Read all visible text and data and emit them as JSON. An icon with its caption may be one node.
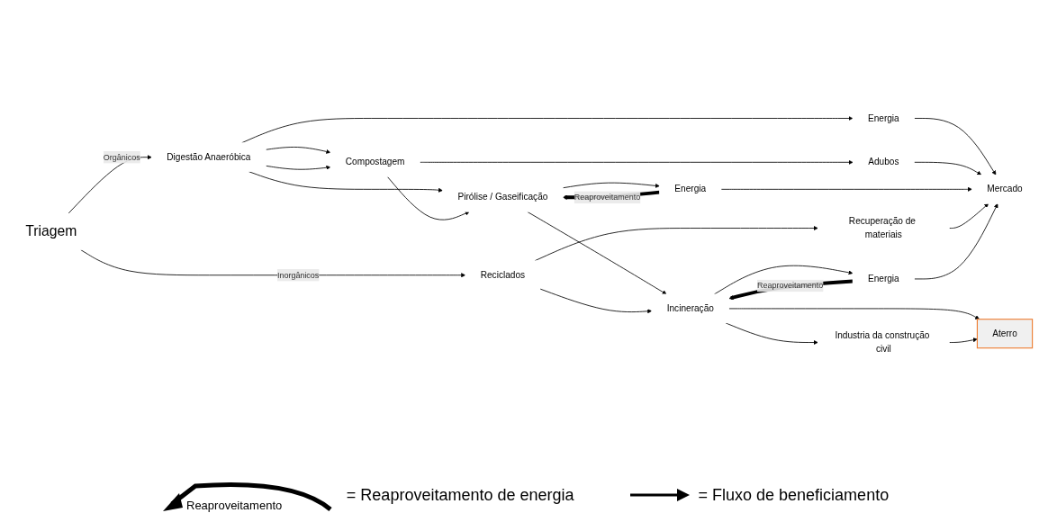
{
  "diagram": {
    "nodes": [
      {
        "text": [
          "Triagem"
        ]
      },
      {
        "text": [
          "Digestão Anaeróbica"
        ]
      },
      {
        "text": [
          "Energia"
        ]
      },
      {
        "text": [
          "Compostagem"
        ]
      },
      {
        "text": [
          "Adubos"
        ]
      },
      {
        "text": [
          "Pirólise / Gaseificação"
        ]
      },
      {
        "text": [
          "Energia"
        ]
      },
      {
        "text": [
          "Mercado"
        ]
      },
      {
        "text": [
          "Reciclados"
        ]
      },
      {
        "text": [
          "Recuperação de materiais"
        ]
      },
      {
        "text": [
          "Incineração"
        ]
      },
      {
        "text": [
          "Energia"
        ]
      },
      {
        "text": [
          "Industria da construção civil"
        ]
      },
      {
        "text": [
          "Aterro"
        ]
      }
    ],
    "edges": [
      {
        "from": 0,
        "to": 1,
        "arrow": "to",
        "label": "Orgânicos"
      },
      {
        "from": 0,
        "to": 8,
        "arrow": "to",
        "label": "Inorgânicos"
      },
      {
        "from": 1,
        "to": 2,
        "arrow": "to"
      },
      {
        "from": 1,
        "to": 3,
        "arrow": "to"
      },
      {
        "from": 1,
        "to": 5,
        "arrow": "to"
      },
      {
        "from": 1,
        "to": 3,
        "arrow": "to"
      },
      {
        "from": 2,
        "to": 7,
        "arrow": "to"
      },
      {
        "from": 3,
        "to": 4,
        "arrow": "to"
      },
      {
        "from": 3,
        "to": 5,
        "arrow": "to"
      },
      {
        "from": 4,
        "to": 7,
        "arrow": "to"
      },
      {
        "from": 5,
        "to": 6,
        "arrow": "to"
      },
      {
        "from": 6,
        "to": 5,
        "arrow": "to",
        "label": "Reaproveitamento",
        "style": "thick"
      },
      {
        "from": 6,
        "to": 7,
        "arrow": "to"
      },
      {
        "from": 5,
        "to": 10,
        "arrow": "to"
      },
      {
        "from": 8,
        "to": 9,
        "arrow": "to"
      },
      {
        "from": 8,
        "to": 10,
        "arrow": "to"
      },
      {
        "from": 9,
        "to": 7,
        "arrow": "to"
      },
      {
        "from": 10,
        "to": 11,
        "arrow": "to"
      },
      {
        "from": 11,
        "to": 10,
        "arrow": "to",
        "label": "Reaproveitamento",
        "style": "thick"
      },
      {
        "from": 11,
        "to": 7,
        "arrow": "to"
      },
      {
        "from": 10,
        "to": 12,
        "arrow": "to"
      },
      {
        "from": 10,
        "to": 13,
        "arrow": "to"
      },
      {
        "from": 12,
        "to": 13,
        "arrow": "to"
      }
    ],
    "labels": [
      "Reaproveitamento"
    ],
    "legend": [
      {
        "text": "= Reaproveitamento de energia"
      },
      {
        "text": "= Fluxo de beneficiamento"
      }
    ]
  }
}
